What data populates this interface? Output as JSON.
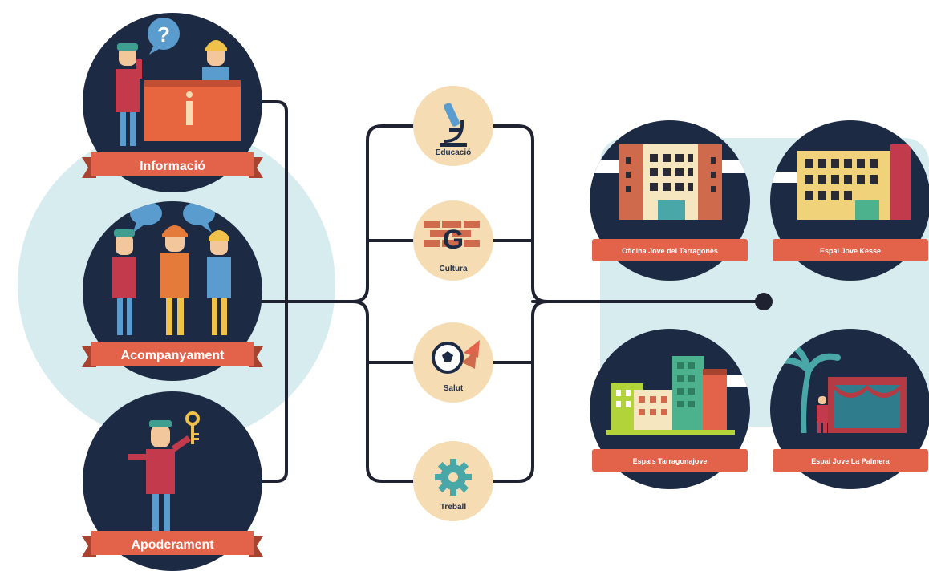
{
  "colors": {
    "navy": "#1d2a43",
    "connector": "#1f2230",
    "ribbon": "#e2624a",
    "ribbon_dark": "#a8432f",
    "halo": "#d7ecef",
    "service_circle": "#f6dcb2",
    "red_shirt": "#c23a4c",
    "blue_shirt": "#5b9ccf",
    "orange_shirt": "#e57b3a",
    "teal_cap": "#3f9e8f",
    "hair_yellow": "#f0c24a",
    "skin": "#f3c79c",
    "desk_orange": "#e7653f",
    "building_cream": "#f6e6bf",
    "building_brick": "#cf6a4d",
    "building_window": "#2a2a35",
    "green_building": "#4bb28d",
    "lime": "#b3d33a",
    "theatre_red": "#b43a44",
    "palm_teal": "#4aa7a8"
  },
  "left_stages": [
    {
      "label": "Informació",
      "icon": "info-desk-icon"
    },
    {
      "label": "Acompanyament",
      "icon": "three-people-icon"
    },
    {
      "label": "Apoderament",
      "icon": "person-with-key-icon"
    }
  ],
  "services": [
    {
      "label": "Educació",
      "icon": "microscope-icon"
    },
    {
      "label": "Cultura",
      "icon": "graffiti-wall-icon"
    },
    {
      "label": "Salut",
      "icon": "soccer-ball-icon"
    },
    {
      "label": "Treball",
      "icon": "gear-icon"
    }
  ],
  "venues": [
    {
      "label": "Oficina Jove del Tarragonès",
      "icon": "office-building-icon"
    },
    {
      "label": "Espai Jove Kesse",
      "icon": "yellow-building-icon"
    },
    {
      "label": "Espais Tarragonajove",
      "icon": "city-buildings-icon"
    },
    {
      "label": "Espai Jove La Palmera",
      "icon": "palm-theatre-icon"
    }
  ]
}
